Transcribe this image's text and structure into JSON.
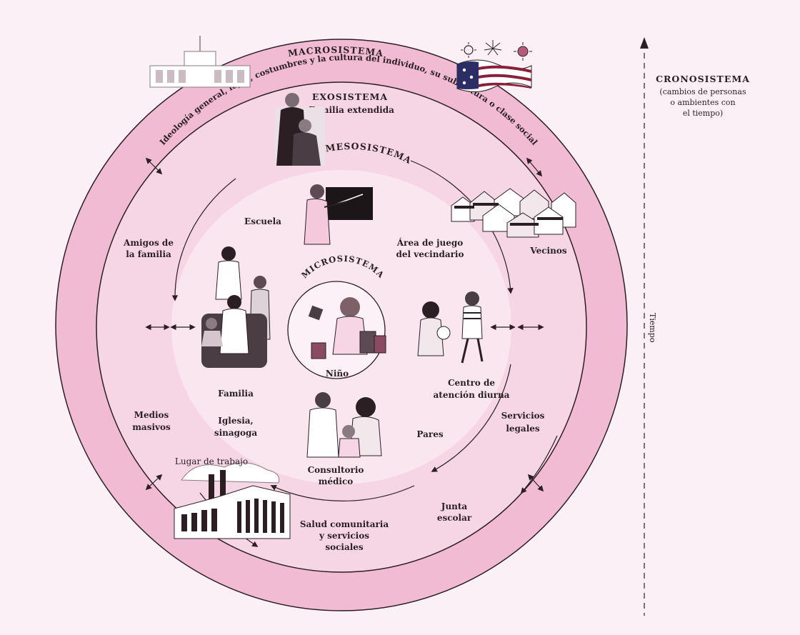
{
  "colors": {
    "background": "#fbf0f6",
    "ring": "#f1bcd3",
    "band": "#f6d6e4",
    "inner": "#f9e6ef",
    "line": "#2b1f24"
  },
  "macro": {
    "title": "MACROSISTEMA",
    "text": "Ideología general, leyes, costumbres y la cultura del individuo, su subcultura o clase social"
  },
  "exo": {
    "title": "EXOSISTEMA",
    "subtitle": "Familia extendida"
  },
  "meso": {
    "title": "MESOSISTEMA"
  },
  "micro": {
    "title": "MICROSISTEMA",
    "center": "Niño"
  },
  "crono": {
    "title": "CRONOSISTEMA",
    "lines": [
      "(cambios de personas",
      "o ambientes con",
      "el tiempo)"
    ],
    "time_label": "Tiempo"
  },
  "labels": {
    "escuela": "Escuela",
    "area1": "Área de juego",
    "area2": "del vecindario",
    "vecinos": "Vecinos",
    "amigos1": "Amigos de",
    "amigos2": "la familia",
    "familia": "Familia",
    "centro1": "Centro de",
    "centro2": "atención diurna",
    "medios1": "Medios",
    "medios2": "masivos",
    "iglesia1": "Iglesia,",
    "iglesia2": "sinagoga",
    "pares": "Pares",
    "servicios1": "Servicios",
    "servicios2": "legales",
    "lugar": "Lugar de trabajo",
    "consultorio1": "Consultorio",
    "consultorio2": "médico",
    "junta1": "Junta",
    "junta2": "escolar",
    "salud1": "Salud comunitaria",
    "salud2": "y servicios",
    "salud3": "sociales"
  },
  "icons": [
    "government-building-icon",
    "flag-icon",
    "fireworks-icon",
    "sun-icon",
    "grandparents-icon",
    "teacher-icon",
    "houses-icon",
    "family-icon",
    "child-with-blocks-icon",
    "playing-children-icon",
    "doctor-icon",
    "factory-icon"
  ]
}
